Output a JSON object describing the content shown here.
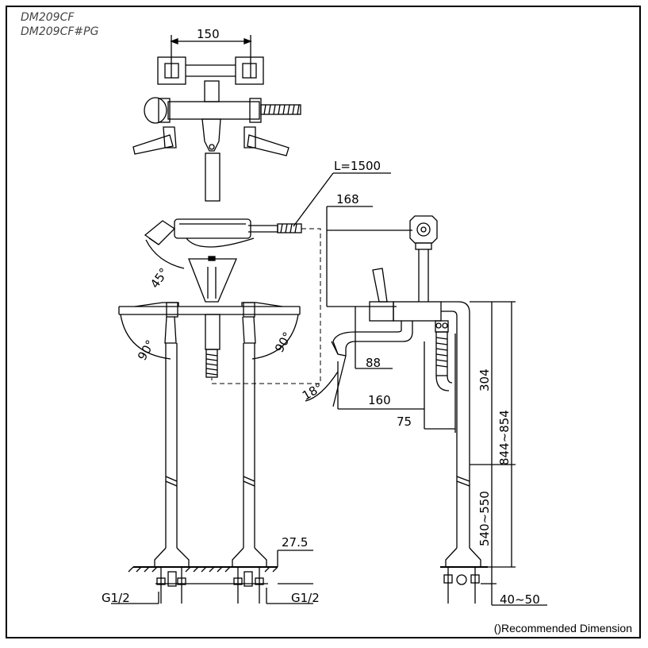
{
  "models": [
    "DM209CF",
    "DM209CF#PG"
  ],
  "dimensions": {
    "top_width": "150",
    "hose_length": "L=1500",
    "angle_handshower": "45°",
    "angle_left_handle": "90°",
    "angle_right_handle": "90°",
    "spout_offset": "168",
    "spout_height": "88",
    "spout_angle": "18°",
    "spout_reach": "160",
    "pipe_offset": "75",
    "upper_height": "304",
    "total_height": "844~854",
    "riser_height": "540~550",
    "floor_thickness": "27.5",
    "thread_left": "G1/2",
    "thread_right": "G1/2",
    "floor_range": "40~50"
  },
  "note": "()Recommended Dimension"
}
